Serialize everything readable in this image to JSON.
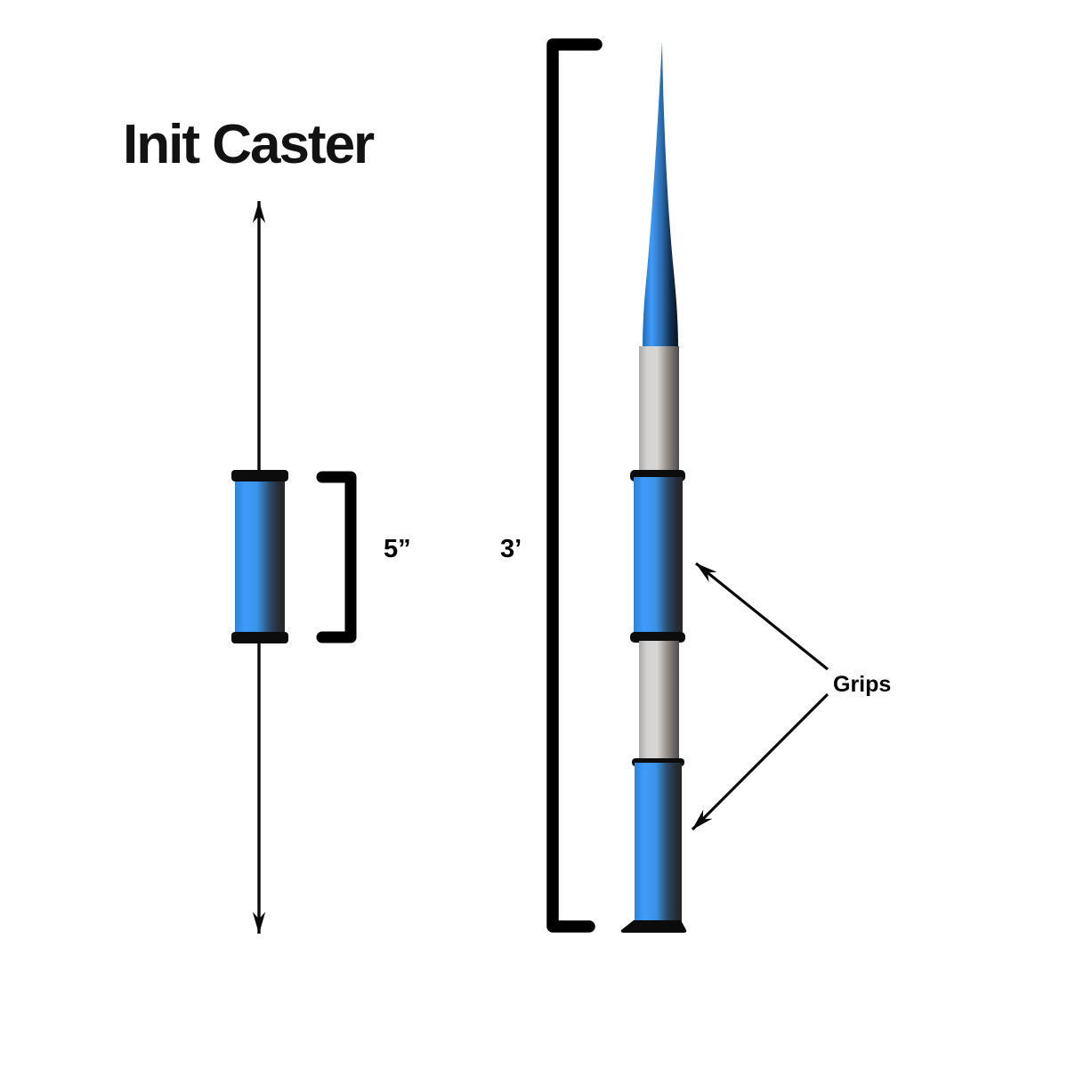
{
  "title": "Init Caster",
  "annotations": {
    "segment_length_label": "5”",
    "total_length_label": "3’",
    "grips_label": "Grips"
  },
  "colors": {
    "background": "#ffffff",
    "line_black": "#0a0a0a",
    "blue_bright": "#3f9bfb",
    "blue_shadow": "#23282e",
    "tip_navy": "#081220",
    "gray_light": "#d8d6d4",
    "gray_shadow": "#4b4b4b",
    "cap_black": "#0c0c0c"
  },
  "parts": [
    {
      "name": "spike-tip",
      "material": "blue"
    },
    {
      "name": "upper-shaft",
      "material": "gray"
    },
    {
      "name": "upper-grip",
      "material": "blue"
    },
    {
      "name": "middle-shaft",
      "material": "gray"
    },
    {
      "name": "lower-grip",
      "material": "blue"
    },
    {
      "name": "single-segment",
      "material": "blue"
    }
  ]
}
